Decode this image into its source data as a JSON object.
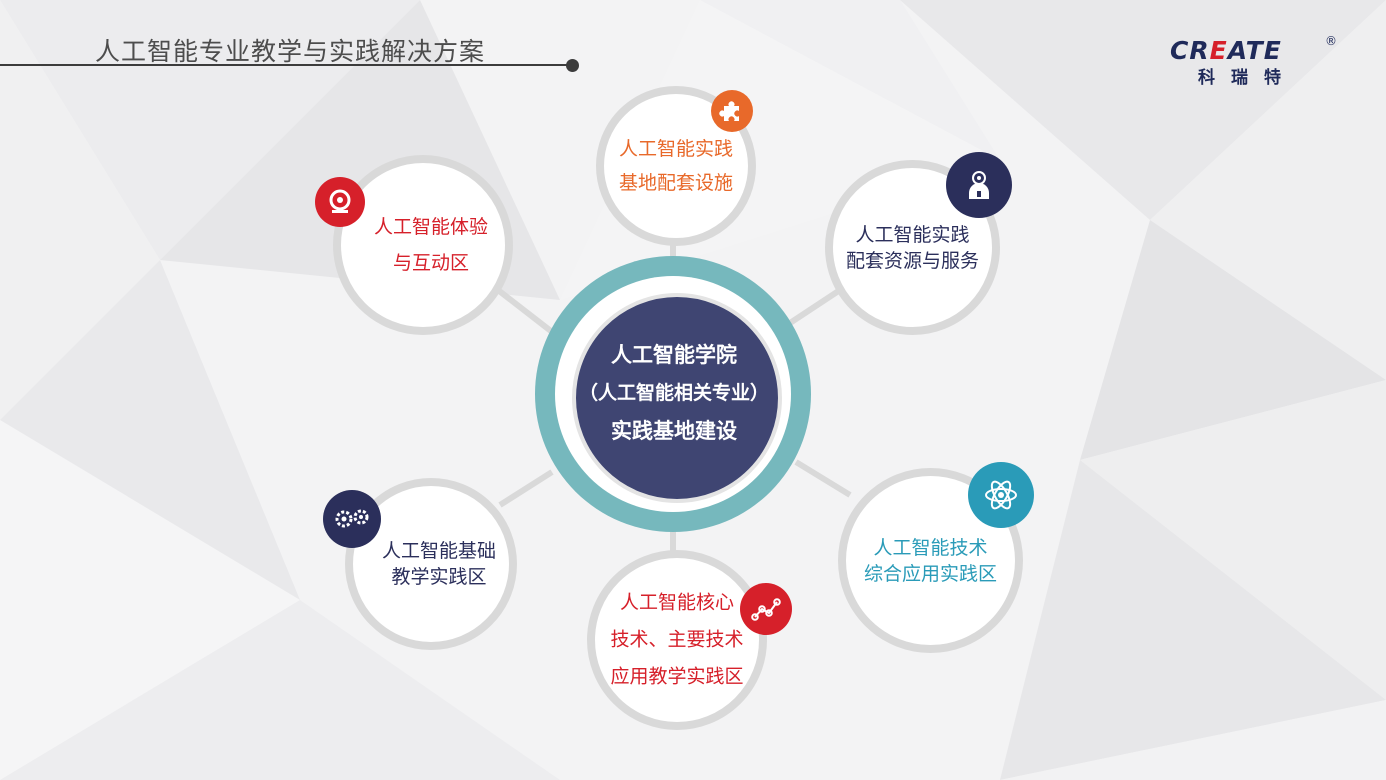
{
  "header": {
    "title": "人工智能专业教学与实践解决方案",
    "logo_word_pre": "CR",
    "logo_word_accent": "E",
    "logo_word_post": "ATE",
    "logo_registered": "®",
    "logo_cn": "科瑞特"
  },
  "center": {
    "line1": "人工智能学院",
    "line2": "（人工智能相关专业）",
    "line3": "实践基地建设"
  },
  "nodes": {
    "top": {
      "line1": "人工智能实践",
      "line2": "基地配套设施",
      "color": "#e8692a",
      "icon": "puzzle-icon"
    },
    "top_right": {
      "line1": "人工智能实践",
      "line2": "配套资源与服务",
      "color": "#2b2f5b",
      "icon": "engineer-icon"
    },
    "top_left": {
      "line1": "人工智能体验",
      "line2": "与互动区",
      "color": "#d6202a",
      "icon": "alarm-bell-icon"
    },
    "bottom_left": {
      "line1": "人工智能基础",
      "line2": "教学实践区",
      "color": "#2b2f5b",
      "icon": "gears-icon"
    },
    "bottom": {
      "line1": "人工智能核心",
      "line2": "技术、主要技术",
      "line3": "应用教学实践区",
      "color": "#d6202a",
      "icon": "trend-chart-icon"
    },
    "bottom_right": {
      "line1": "人工智能技术",
      "line2": "综合应用实践区",
      "color": "#2a9bb8",
      "icon": "atom-icon"
    }
  }
}
